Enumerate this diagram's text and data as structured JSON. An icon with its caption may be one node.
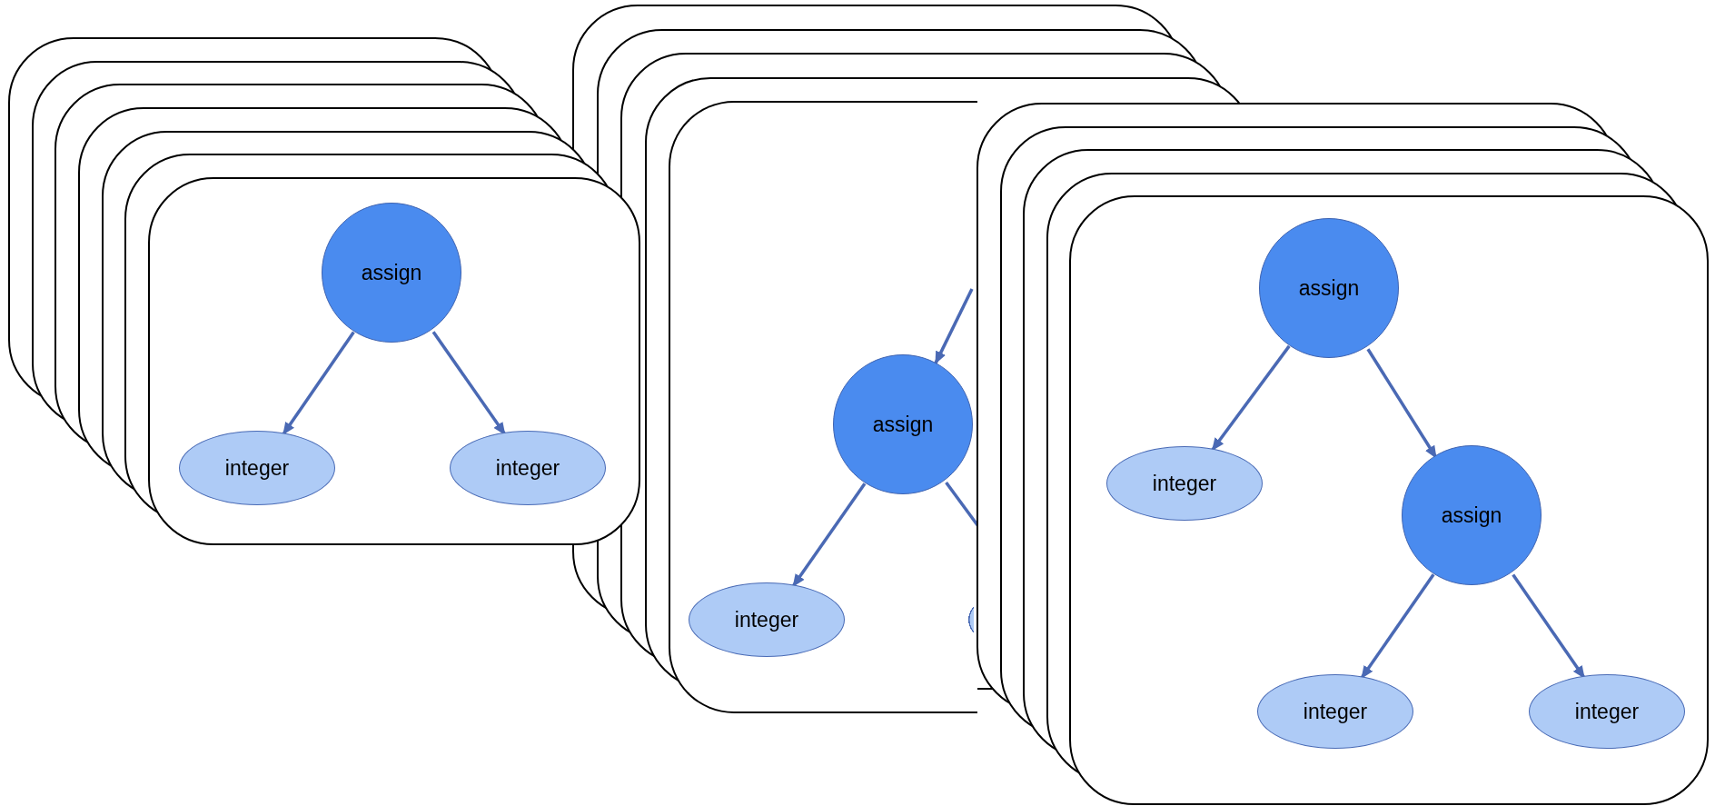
{
  "diagram": {
    "nodes": [
      {
        "text": [],
        "shape": "box"
      },
      {
        "text": [
          "assign"
        ],
        "in": 0
      },
      {
        "text": [
          "integer"
        ],
        "in": 0
      },
      {
        "text": [
          "integer"
        ],
        "in": 0
      },
      {
        "text": [],
        "shape": "box"
      },
      {
        "text": [
          "assign"
        ],
        "in": 4
      },
      {
        "text": [
          "integer"
        ],
        "in": 4
      },
      {
        "text": [],
        "shape": "ellipse",
        "in": 4
      },
      {
        "text": [],
        "shape": "box"
      },
      {
        "text": [
          "assign"
        ],
        "in": 8
      },
      {
        "text": [
          "integer"
        ],
        "in": 8
      },
      {
        "text": [
          "assign"
        ],
        "in": 8
      },
      {
        "text": [
          "integer"
        ],
        "in": 8
      },
      {
        "text": [
          "integer"
        ],
        "in": 8
      }
    ],
    "edges": [
      {
        "from": 1,
        "to": 2,
        "arrow": "to"
      },
      {
        "from": 1,
        "to": 3,
        "arrow": "to"
      },
      {
        "from": null,
        "to": 5,
        "arrow": "to"
      },
      {
        "from": 5,
        "to": 6,
        "arrow": "to"
      },
      {
        "from": 5,
        "to": 7,
        "arrow": "to"
      },
      {
        "from": 9,
        "to": 10,
        "arrow": "to"
      },
      {
        "from": 9,
        "to": 11,
        "arrow": "to"
      },
      {
        "from": 11,
        "to": 12,
        "arrow": "to"
      },
      {
        "from": 11,
        "to": 13,
        "arrow": "to"
      }
    ]
  }
}
